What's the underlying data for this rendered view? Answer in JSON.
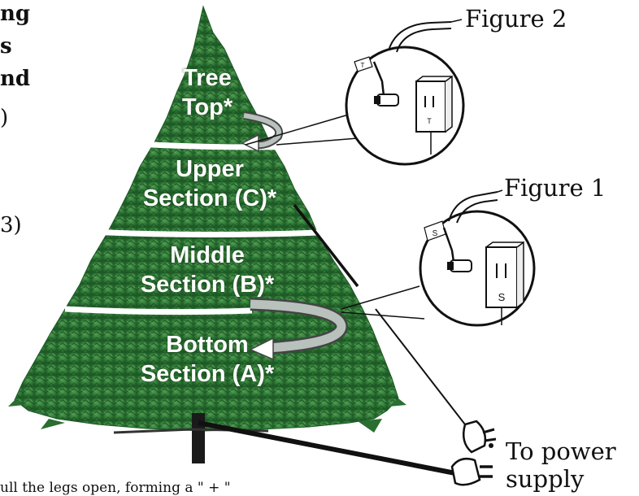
{
  "left_text_fragments": [
    "ng",
    "s",
    "nd",
    ")",
    "3)"
  ],
  "figures": {
    "figure2": {
      "label": "Figure 2",
      "tag": "T",
      "outlet_letter": "T"
    },
    "figure1": {
      "label": "Figure 1",
      "tag": "S",
      "outlet_letter": "S"
    }
  },
  "sections": {
    "top": {
      "line1": "Tree",
      "line2": "Top*"
    },
    "upper": {
      "line1": "Upper",
      "line2": "Section (C)*"
    },
    "middle": {
      "line1": "Middle",
      "line2": "Section (B)*"
    },
    "bottom": {
      "line1": "Bottom",
      "line2": "Section (A)*"
    }
  },
  "power": {
    "line1": "To power",
    "line2": "supply"
  },
  "bottom_text": "ull the legs open, forming a \" + \"",
  "colors": {
    "tree_dark": "#1e5a26",
    "tree_mid": "#2f7a37",
    "tree_light": "#4c9a4f",
    "band": "#ffffff",
    "arrow": "#a8b0ad",
    "line": "#111111"
  }
}
